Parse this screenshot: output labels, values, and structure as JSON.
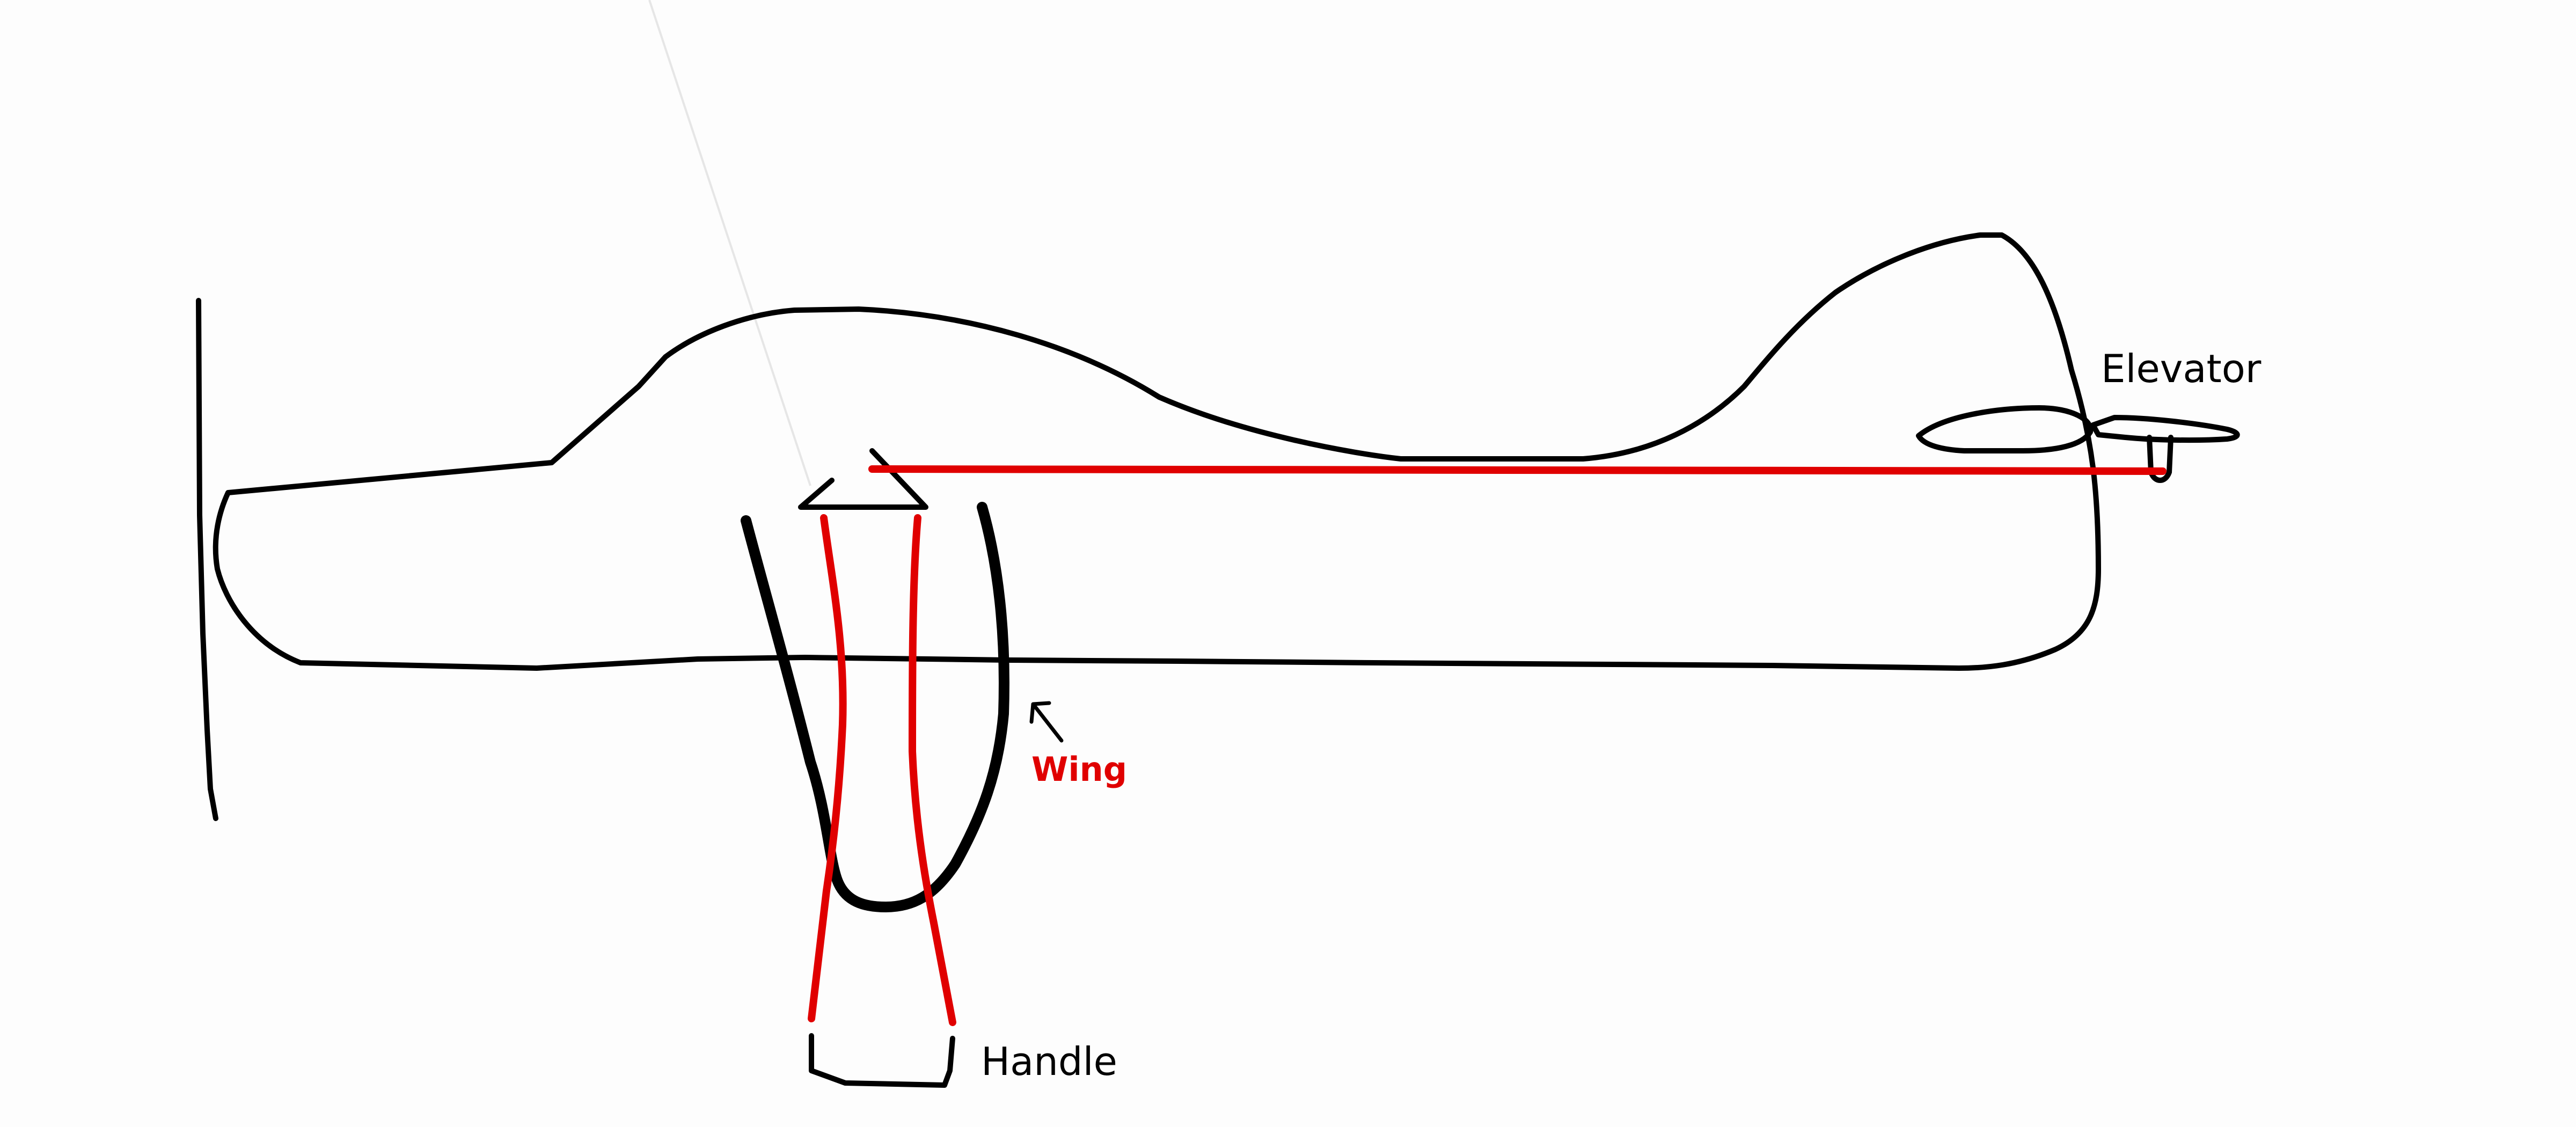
{
  "labels": {
    "elevator": "Elevator",
    "wing": "Wing",
    "handle": "Handle"
  },
  "colors": {
    "ink": "#000000",
    "control_line": "#e00000",
    "background": "#fdfdfd"
  }
}
